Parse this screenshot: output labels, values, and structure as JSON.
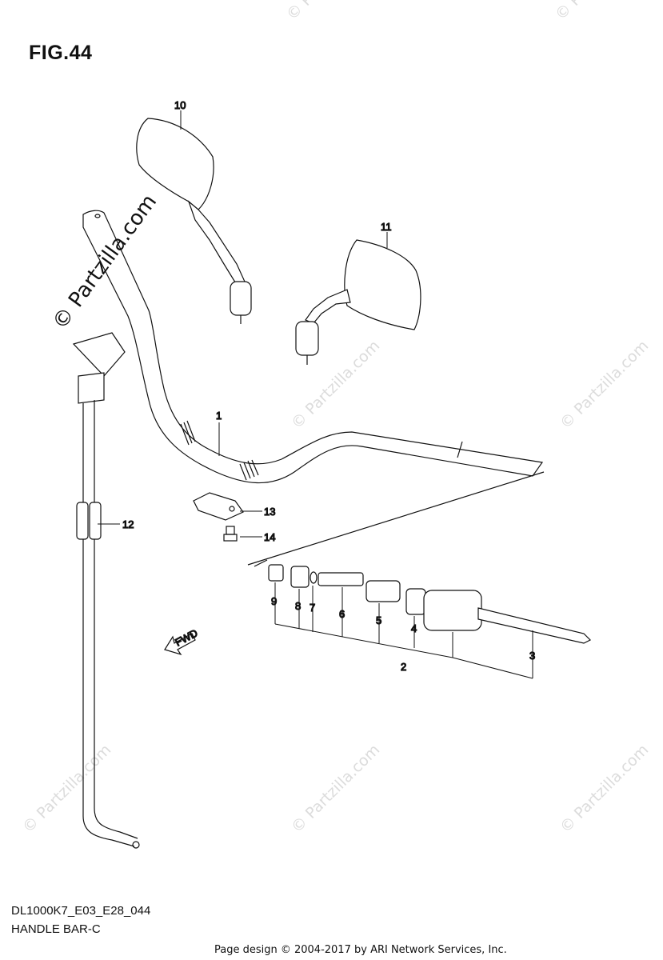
{
  "figure": {
    "title": "FIG.44",
    "code": "DL1000K7_E03_E28_044",
    "name": "HANDLE BAR-C"
  },
  "credit": "Page design © 2004-2017 by ARI Network Services, Inc.",
  "watermark": "© Partzilla.com",
  "fwd_label": "FWD",
  "callouts": {
    "p1": "1",
    "p2": "2",
    "p3": "3",
    "p4": "4",
    "p5": "5",
    "p6": "6",
    "p7": "7",
    "p8": "8",
    "p9": "9",
    "p10": "10",
    "p11": "11",
    "p12": "12",
    "p13": "13",
    "p14": "14"
  }
}
